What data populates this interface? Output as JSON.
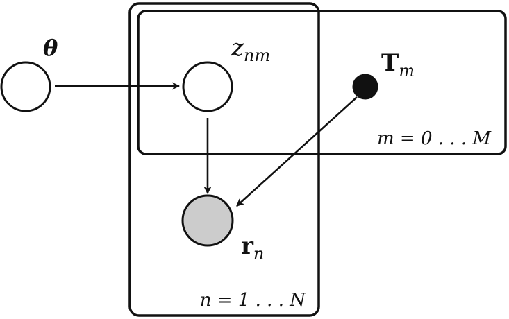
{
  "nodes": {
    "theta": {
      "symbol": "θ",
      "color": "#ffffff"
    },
    "z": {
      "symbol": "z",
      "subscript": "nm",
      "color": "#ffffff"
    },
    "T": {
      "symbol": "T",
      "subscript": "m",
      "color": "#111111"
    },
    "r": {
      "symbol": "r",
      "subscript": "n",
      "color": "#cccccc"
    }
  },
  "plates": {
    "m": {
      "label": "m = 0 . . . M"
    },
    "n": {
      "label": "n = 1 . . . N"
    }
  },
  "edges": [
    {
      "from": "theta",
      "to": "z"
    },
    {
      "from": "z",
      "to": "r"
    },
    {
      "from": "T",
      "to": "r"
    }
  ]
}
